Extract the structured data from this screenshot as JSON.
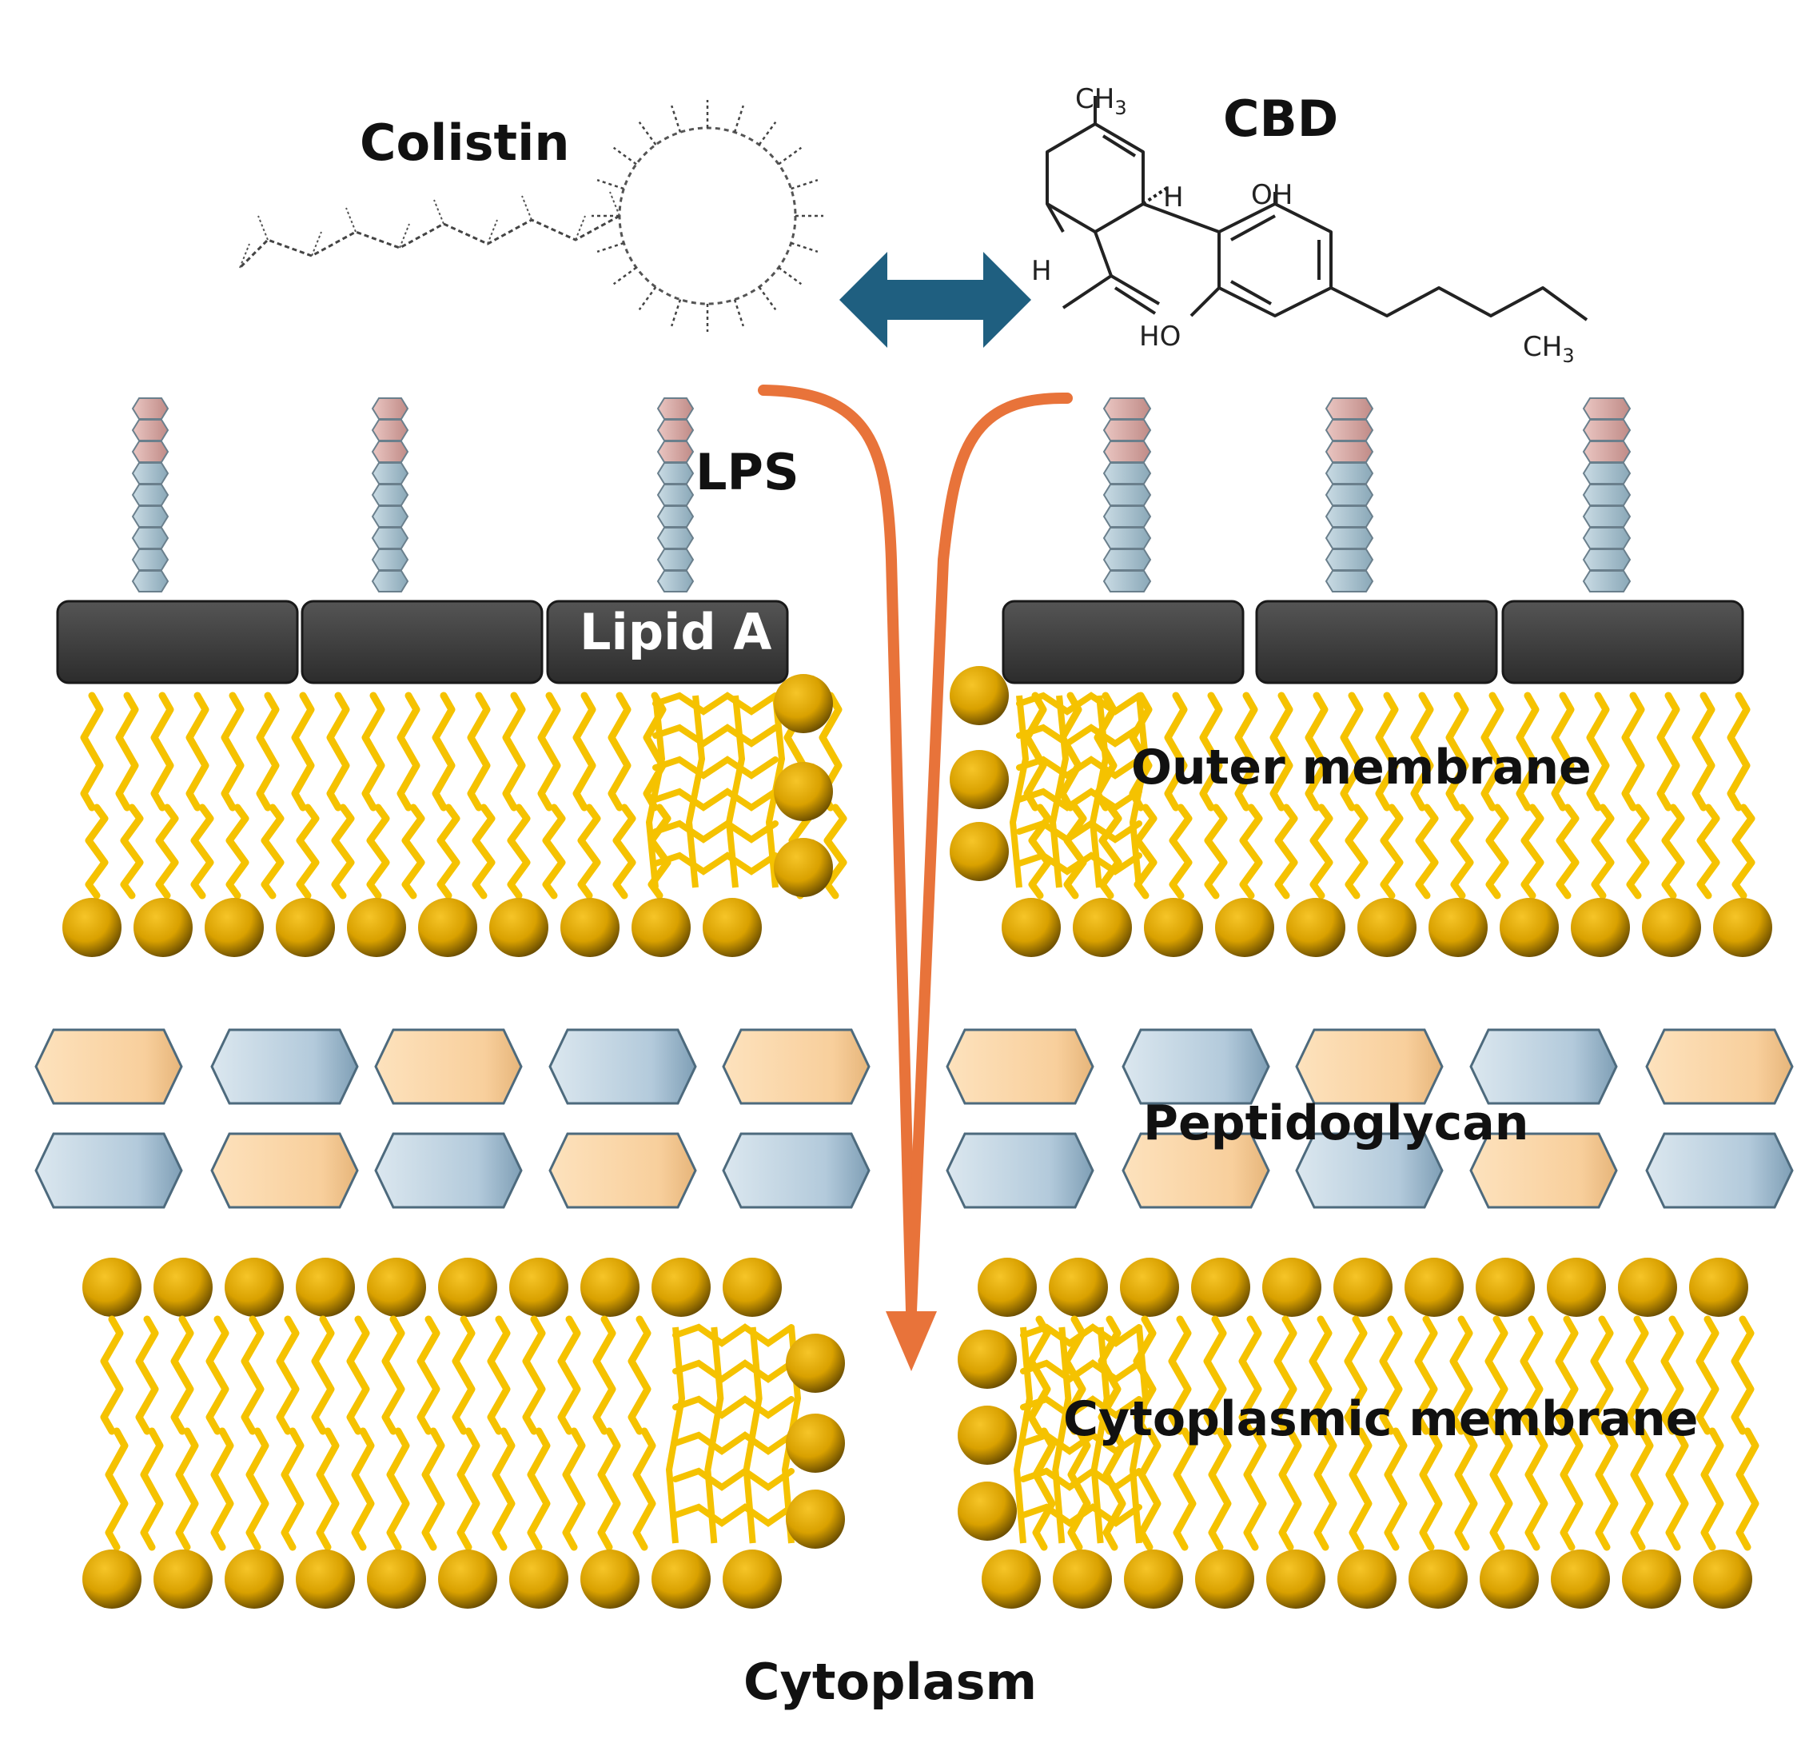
{
  "labels": {
    "colistin": "Colistin",
    "cbd": "CBD",
    "lps": "LPS",
    "lipid_a": "Lipid A",
    "outer_membrane": "Outer membrane",
    "peptidoglycan": "Peptidoglycan",
    "cytoplasmic_membrane": "Cytoplasmic membrane",
    "cytoplasm": "Cytoplasm"
  },
  "cbd_structure": {
    "ch3_top": "CH3",
    "h_ring_right": "H",
    "h_ring_left": "H",
    "oh_top": "OH",
    "ho_bottom": "HO",
    "ch3_tail": "CH3"
  },
  "colors": {
    "lipid_head": "#e0a800",
    "lipid_head_shadow": "#7a5a00",
    "lipid_tail": "#f5c200",
    "lipid_a_block": "#3f3f3f",
    "lps_pink": "#d9a8a4",
    "lps_blue": "#a9c2d0",
    "peptido_tan": "#f9d3a3",
    "peptido_blue": "#b9d0e0",
    "interaction_arrow": "#1f5f80",
    "entry_arrow": "#e8733a"
  },
  "counts": {
    "lps_chains": 6,
    "lipid_a_blocks": 6,
    "peptidoglycan_rows": 2
  }
}
